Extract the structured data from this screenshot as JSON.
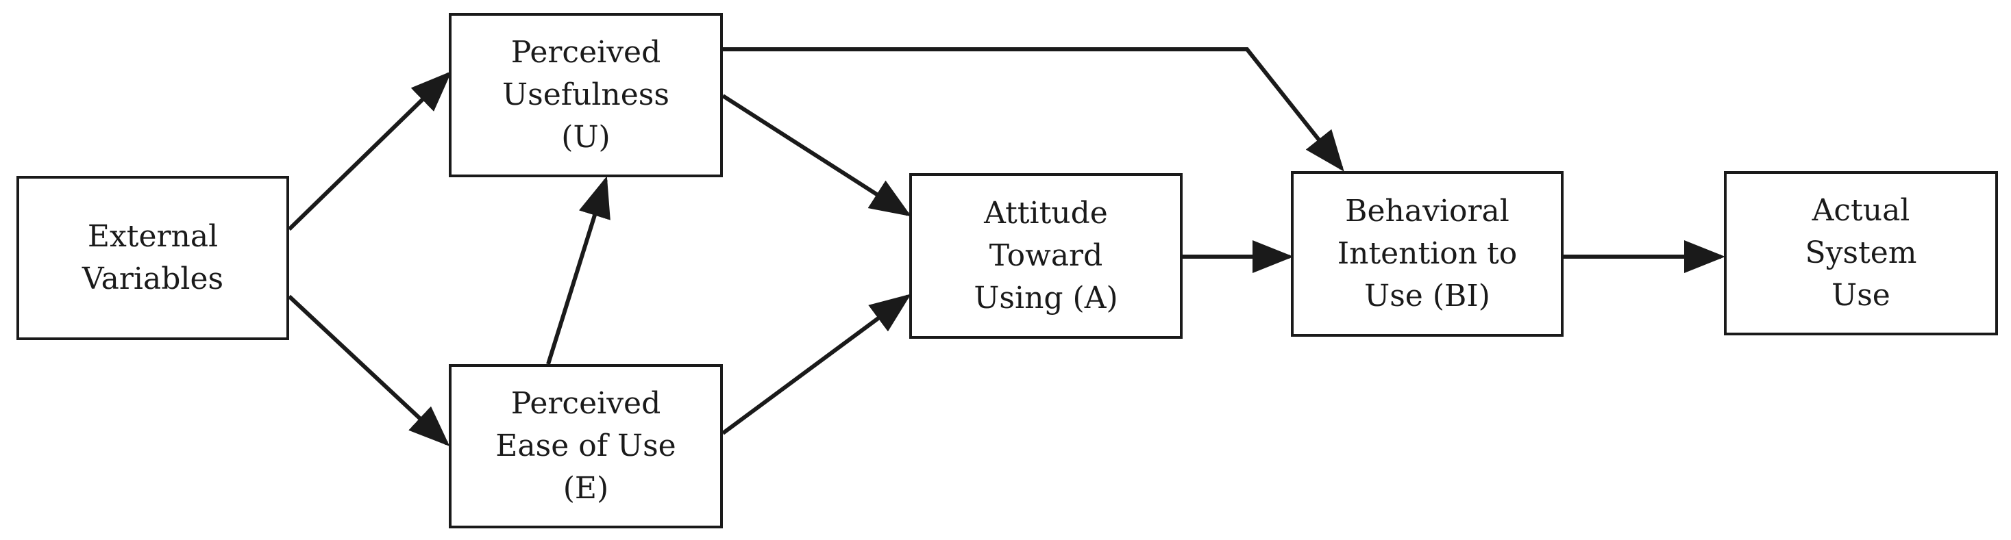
{
  "diagram": {
    "nodes": {
      "external": {
        "lines": [
          "External",
          "Variables"
        ]
      },
      "usefulness": {
        "lines": [
          "Perceived",
          "Usefulness",
          "(U)"
        ]
      },
      "ease": {
        "lines": [
          "Perceived",
          "Ease of Use",
          "(E)"
        ]
      },
      "attitude": {
        "lines": [
          "Attitude",
          "Toward",
          "Using (A)"
        ]
      },
      "intention": {
        "lines": [
          "Behavioral",
          "Intention to",
          "Use (BI)"
        ]
      },
      "actual": {
        "lines": [
          "Actual",
          "System",
          "Use"
        ]
      }
    },
    "edges": [
      {
        "from": "external",
        "to": "usefulness"
      },
      {
        "from": "external",
        "to": "ease"
      },
      {
        "from": "ease",
        "to": "usefulness"
      },
      {
        "from": "usefulness",
        "to": "attitude"
      },
      {
        "from": "ease",
        "to": "attitude"
      },
      {
        "from": "usefulness",
        "to": "intention"
      },
      {
        "from": "attitude",
        "to": "intention"
      },
      {
        "from": "intention",
        "to": "actual"
      }
    ],
    "colors": {
      "stroke": "#1a1a1a",
      "background": "#ffffff"
    }
  }
}
